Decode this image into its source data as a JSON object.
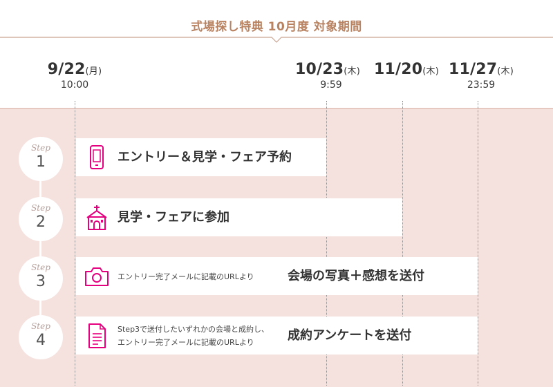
{
  "header": {
    "title": "式場探し特典 10月度 対象期間"
  },
  "dates": [
    {
      "date": "9/22",
      "dow": "(月)",
      "time": "10:00"
    },
    {
      "date": "10/23",
      "dow": "(木)",
      "time": "9:59"
    },
    {
      "date": "11/20",
      "dow": "(木)",
      "time": ""
    },
    {
      "date": "11/27",
      "dow": "(木)",
      "time": "23:59"
    }
  ],
  "steps": [
    {
      "step_label": "Step",
      "number": "1",
      "text": "エントリー＆見学・フェア予約",
      "icon": "smartphone-icon"
    },
    {
      "step_label": "Step",
      "number": "2",
      "text": "見学・フェアに参加",
      "icon": "chapel-icon"
    },
    {
      "step_label": "Step",
      "number": "3",
      "note": "エントリー完了メールに記載のURLより",
      "text": "会場の写真＋感想を送付",
      "icon": "camera-icon"
    },
    {
      "step_label": "Step",
      "number": "4",
      "note_line1": "Step3で送付したいずれかの会場と成約し、",
      "note_line2": "エントリー完了メールに記載のURLより",
      "text": "成約アンケートを送付",
      "icon": "document-icon"
    }
  ],
  "colors": {
    "accent": "#e4007f",
    "title": "#b98362",
    "band": "#f5e2df"
  }
}
